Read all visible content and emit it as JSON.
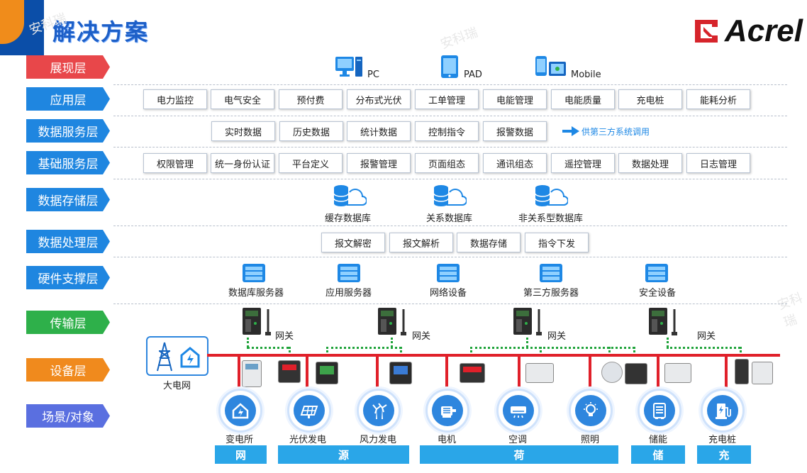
{
  "title": "解决方案",
  "brand": "Acrel",
  "watermark": "安科瑞",
  "colors": {
    "red_label": "#e8474a",
    "blue_label": "#1f86e0",
    "green_label": "#2eb04a",
    "orange_label": "#f08a1d",
    "purple_label": "#5a6fe0",
    "bus": "#e0202a",
    "link": "#1fa33a",
    "category": "#2aa6e8"
  },
  "layers": [
    {
      "label": "展现层",
      "color": "#e8474a"
    },
    {
      "label": "应用层",
      "color": "#1f86e0"
    },
    {
      "label": "数据服务层",
      "color": "#1f86e0"
    },
    {
      "label": "基础服务层",
      "color": "#1f86e0"
    },
    {
      "label": "数据存储层",
      "color": "#1f86e0"
    },
    {
      "label": "数据处理层",
      "color": "#1f86e0"
    },
    {
      "label": "硬件支撑层",
      "color": "#1f86e0"
    },
    {
      "label": "传输层",
      "color": "#2eb04a"
    },
    {
      "label": "设备层",
      "color": "#f08a1d"
    },
    {
      "label": "场景/对象",
      "color": "#5a6fe0"
    }
  ],
  "presentation": [
    {
      "label": "PC",
      "icon": "pc-icon"
    },
    {
      "label": "PAD",
      "icon": "tablet-icon"
    },
    {
      "label": "Mobile",
      "icon": "mobile-icon"
    }
  ],
  "application": [
    "电力监控",
    "电气安全",
    "预付费",
    "分布式光伏",
    "工单管理",
    "电能管理",
    "电能质量",
    "充电桩",
    "能耗分析"
  ],
  "data_service": [
    "实时数据",
    "历史数据",
    "统计数据",
    "控制指令",
    "报警数据"
  ],
  "data_service_note": "供第三方系统调用",
  "basic_service": [
    "权限管理",
    "统一身份认证",
    "平台定义",
    "报警管理",
    "页面组态",
    "通讯组态",
    "遥控管理",
    "数据处理",
    "日志管理"
  ],
  "storage": [
    "缓存数据库",
    "关系数据库",
    "非关系型数据库"
  ],
  "processing": [
    "报文解密",
    "报文解析",
    "数据存储",
    "指令下发"
  ],
  "hardware": [
    "数据库服务器",
    "应用服务器",
    "网络设备",
    "第三方服务器",
    "安全设备"
  ],
  "gateway_label": "网关",
  "grid_label": "大电网",
  "scenes": [
    {
      "label": "变电所",
      "icon": "substation-icon"
    },
    {
      "label": "光伏发电",
      "icon": "solar-panel-icon"
    },
    {
      "label": "风力发电",
      "icon": "wind-turbine-icon"
    },
    {
      "label": "电机",
      "icon": "motor-icon"
    },
    {
      "label": "空调",
      "icon": "air-conditioner-icon"
    },
    {
      "label": "照明",
      "icon": "light-bulb-icon"
    },
    {
      "label": "储能",
      "icon": "energy-storage-icon"
    },
    {
      "label": "充电桩",
      "icon": "ev-charger-icon"
    }
  ],
  "categories": [
    "网",
    "源",
    "荷",
    "储",
    "充"
  ]
}
